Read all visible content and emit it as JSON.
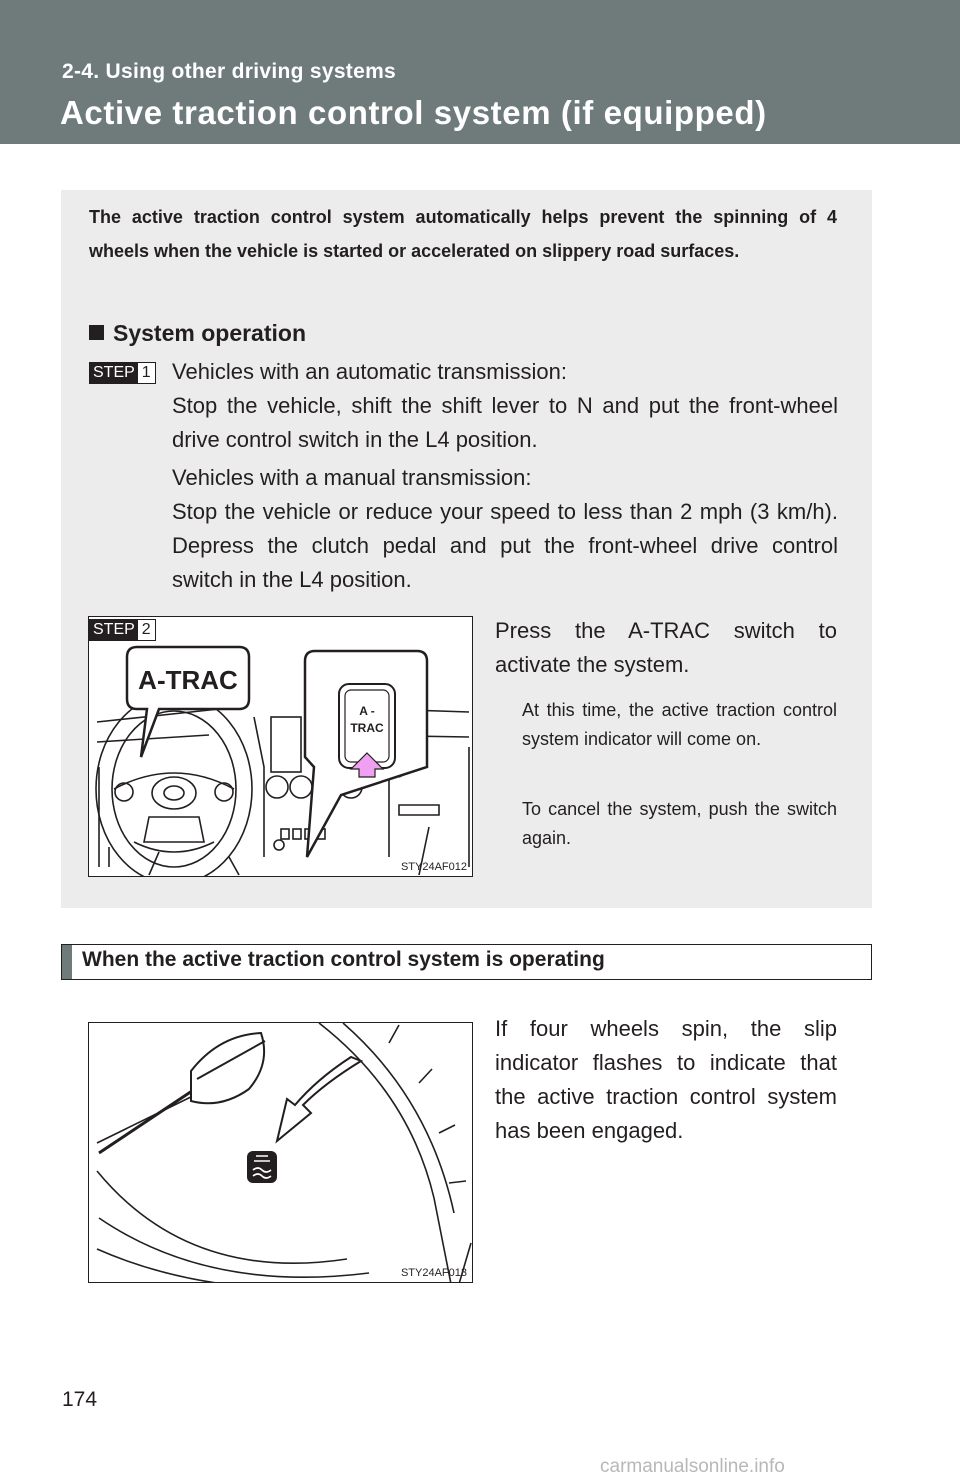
{
  "header": {
    "section": "2-4. Using other driving systems",
    "title": "Active traction control system (if equipped)"
  },
  "intro": "The active traction control system automatically helps prevent the spinning of 4 wheels when the vehicle is started or accelerated on slippery road surfaces.",
  "system_operation": {
    "heading": "System operation",
    "step1": {
      "badge_word": "STEP",
      "badge_num": "1",
      "auto_label": "Vehicles with an automatic transmission:",
      "auto_text": "Stop the vehicle, shift the shift lever to N and put the front-wheel drive control switch in the L4 position.",
      "manual_label": "Vehicles with a manual transmission:",
      "manual_text": "Stop the vehicle or reduce your speed to less than 2 mph (3 km/h). Depress the clutch pedal and put the front-wheel drive control switch in the L4 position."
    },
    "step2": {
      "badge_word": "STEP",
      "badge_num": "2",
      "text": "Press the A-TRAC switch to activate the system.",
      "note1": "At this time, the active traction control system indicator will come on.",
      "note2": "To cancel the system, push the switch again.",
      "callout_label": "A-TRAC",
      "switch_line1": "A -",
      "switch_line2": "TRAC",
      "figure_code": "STY24AF012"
    }
  },
  "operating": {
    "heading": "When the active traction control system is operating",
    "text": "If four wheels spin, the slip indicator flashes to indicate that the active traction control system has been engaged.",
    "figure_code": "STY24AF013"
  },
  "page_number": "174",
  "watermark": "carmanualsonline.info",
  "colors": {
    "header_bg": "#6f7b7b",
    "panel_bg": "#ececec",
    "callout_arrow": "#f0a0f0"
  }
}
